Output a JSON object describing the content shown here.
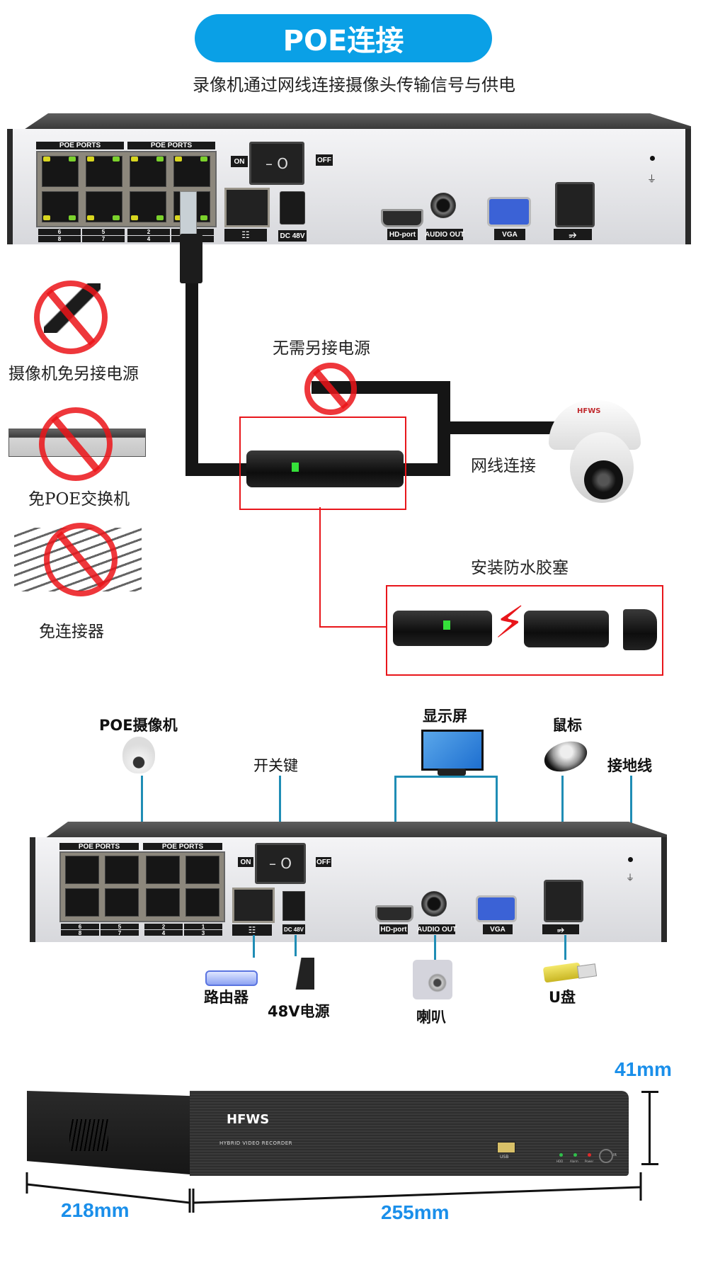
{
  "header": {
    "title": "POE连接",
    "subtitle": "录像机通过网线连接摄像头传输信号与供电"
  },
  "nvr_rear": {
    "poe_ports_label": "POE PORTS",
    "port_numbers_top": [
      "6",
      "5",
      "2",
      "1"
    ],
    "port_numbers_bottom": [
      "8",
      "7",
      "4",
      "3"
    ],
    "switch_on_label": "ON",
    "switch_off_label": "OFF",
    "switch_glyph": "– O",
    "lan_icon": "network-icon",
    "dc_label": "DC 48V",
    "hdmi_label": "HD-port",
    "audio_label": "AUDIO OUT",
    "vga_label": "VGA",
    "usb_icon": "usb-icon",
    "ground_icon": "ground-icon"
  },
  "poe_section": {
    "left_items": [
      {
        "label": "摄像机免另接电源",
        "icon": "power-adapter-icon"
      },
      {
        "label": "免POE交换机",
        "icon": "poe-switch-icon"
      },
      {
        "label": "免连接器",
        "icon": "splitter-cable-icon"
      }
    ],
    "no_power_label": "无需另接电源",
    "network_label": "网线连接",
    "waterproof_label": "安装防水胶塞",
    "camera_brand": "HFWS",
    "colors": {
      "prohibit": "#e8161b",
      "cable": "#151515",
      "accent_blue": "#0aa0e6"
    }
  },
  "connection_diagram": {
    "labels": {
      "poe_camera": "POE摄像机",
      "power_switch": "开关键",
      "monitor": "显示屏",
      "mouse": "鼠标",
      "ground": "接地线",
      "router": "路由器",
      "power_supply": "48V电源",
      "speaker": "喇叭",
      "usb_drive": "U盘"
    },
    "line_color": "#1f8db5"
  },
  "dimensions": {
    "height": "41mm",
    "depth": "218mm",
    "width": "255mm",
    "front_brand": "HFWS",
    "front_model_text": "HYBRID VIDEO RECORDER",
    "front_usb_label": "USB",
    "leds": [
      {
        "label": "HDD",
        "color": "#2fbf4a"
      },
      {
        "label": "Alarm",
        "color": "#2fbf4a"
      },
      {
        "label": "Power",
        "color": "#e02a2a"
      }
    ],
    "ir_label": "IR",
    "label_color": "#1a8fea"
  }
}
